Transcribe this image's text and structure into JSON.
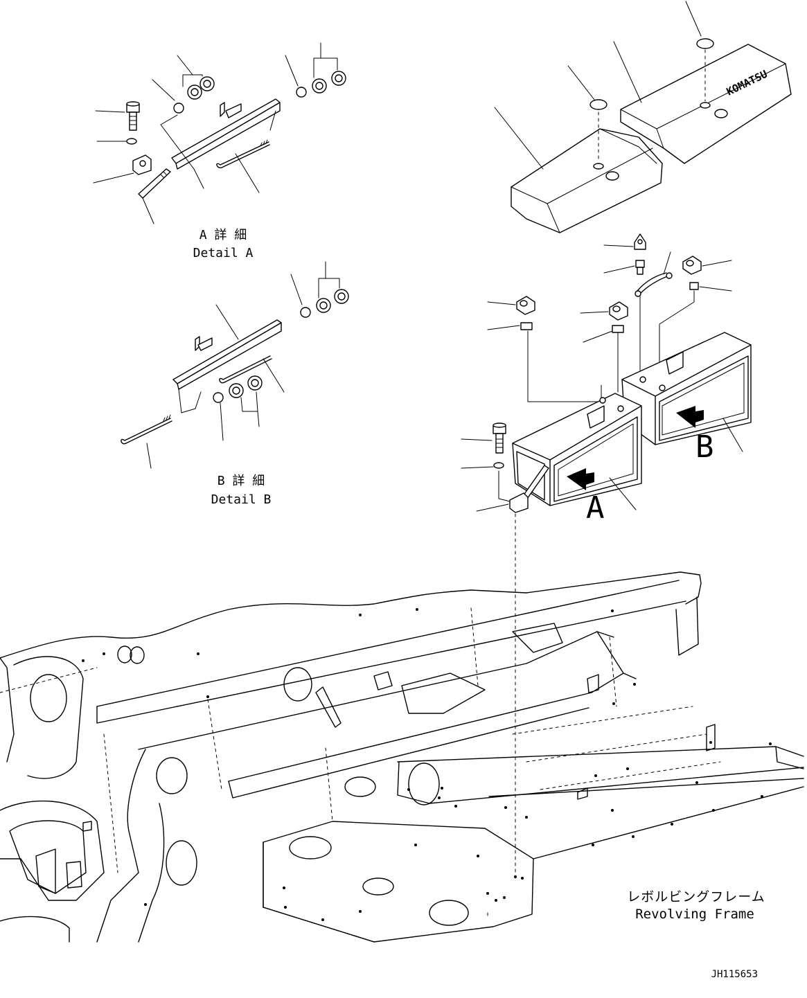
{
  "detail_a": {
    "caption_jp": "A 詳 細",
    "caption_en": "Detail A"
  },
  "detail_b": {
    "caption_jp": "B 詳 細",
    "caption_en": "Detail B"
  },
  "callouts": {
    "a": "A",
    "b": "B"
  },
  "cover_logo": "KOMATSU",
  "frame_label": {
    "jp": "レボルビングフレーム",
    "en": "Revolving Frame"
  },
  "drawing_number": "JH115653"
}
